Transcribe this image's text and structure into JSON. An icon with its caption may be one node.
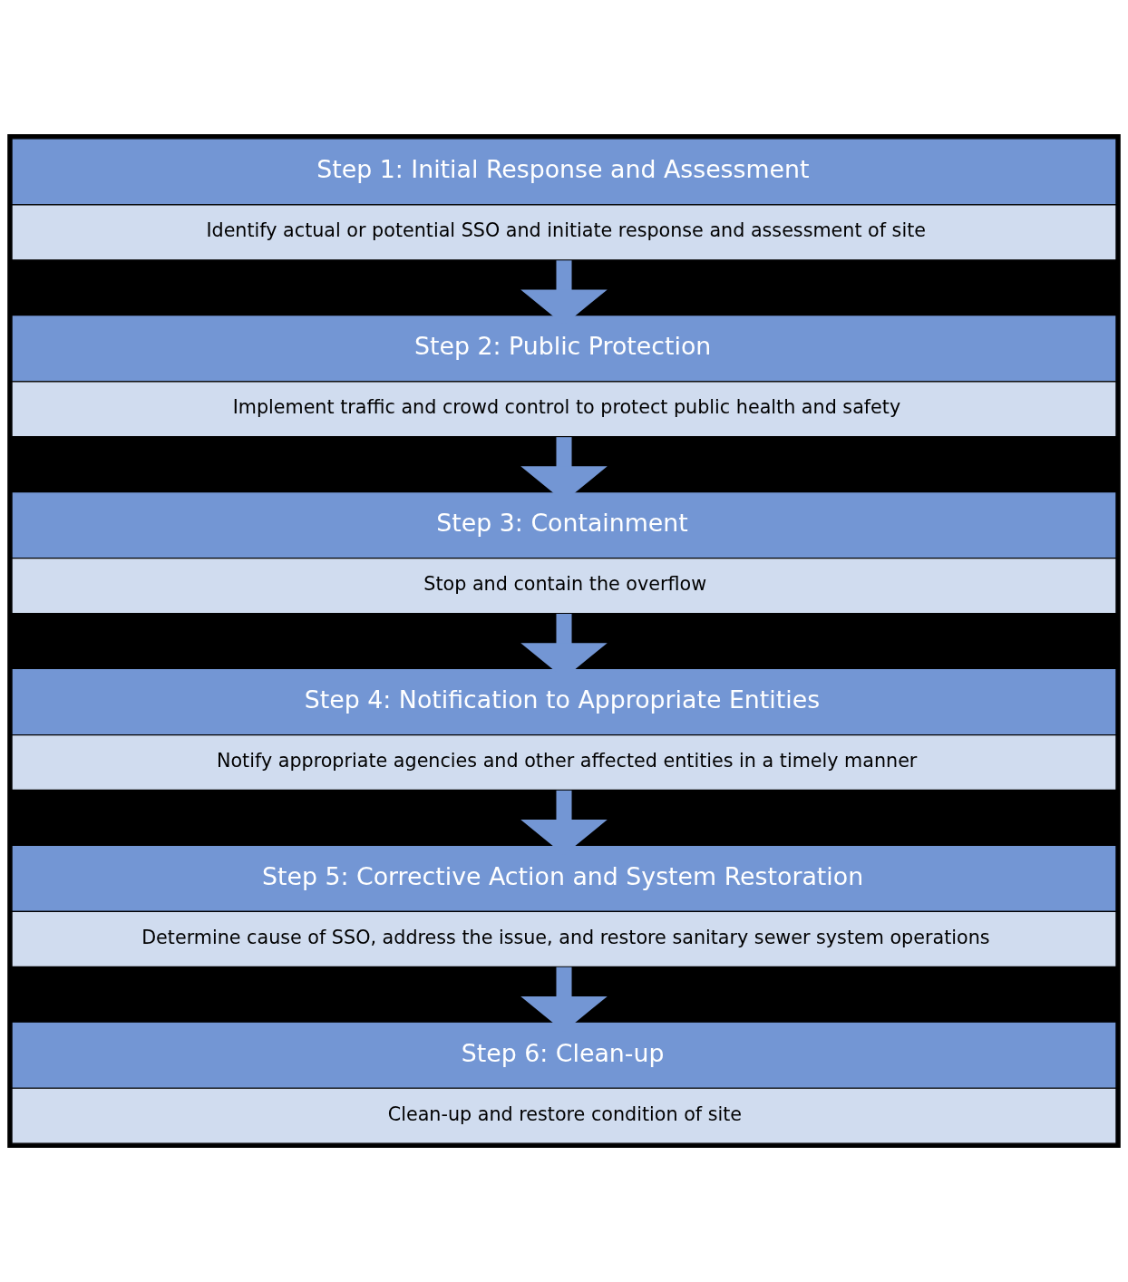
{
  "diagram": {
    "nodes": [
      {
        "text": [
          "Step 1: Initial Response and Assessment",
          "Identify actual or potential SSO and initiate response and assessment of site"
        ]
      },
      {
        "text": [
          "Step 2: Public Protection",
          "Implement traffic and crowd control to protect public health and safety"
        ]
      },
      {
        "text": [
          "Step 3: Containment",
          "Stop and contain the overflow"
        ]
      },
      {
        "text": [
          "Step 4: Notification to Appropriate Entities",
          "Notify appropriate agencies and other affected entities in a timely manner"
        ]
      },
      {
        "text": [
          "Step 5: Corrective Action and System Restoration",
          "Determine cause of SSO, address the issue, and restore sanitary sewer system operations"
        ]
      },
      {
        "text": [
          "Step 6: Clean-up",
          "Clean-up and restore condition of site"
        ]
      }
    ],
    "edges": [
      {
        "from": 0,
        "to": 1,
        "arrow": "to"
      },
      {
        "from": 1,
        "to": 2,
        "arrow": "to"
      },
      {
        "from": 2,
        "to": 3,
        "arrow": "to"
      },
      {
        "from": 3,
        "to": 4,
        "arrow": "to"
      },
      {
        "from": 4,
        "to": 5,
        "arrow": "to"
      }
    ]
  }
}
